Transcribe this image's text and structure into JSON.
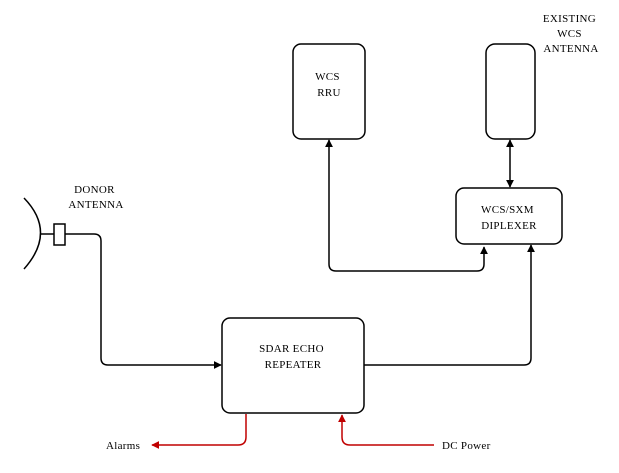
{
  "nodes": {
    "wcs_rru": {
      "lines": [
        "WCS",
        "RRU"
      ]
    },
    "existing_wcs_antenna": {
      "lines": [
        "EXISTING",
        "WCS",
        "ANTENNA"
      ]
    },
    "donor_antenna": {
      "lines": [
        "DONOR",
        "ANTENNA"
      ]
    },
    "diplexer": {
      "lines": [
        "WCS/SXM",
        "DIPLEXER"
      ]
    },
    "repeater": {
      "lines": [
        "SDAR ECHO",
        "REPEATER"
      ]
    }
  },
  "outputs": {
    "alarms": "Alarms",
    "dc_power": "DC Power"
  },
  "colors": {
    "signal_line": "#000000",
    "power_alarm_line": "#c00000"
  }
}
